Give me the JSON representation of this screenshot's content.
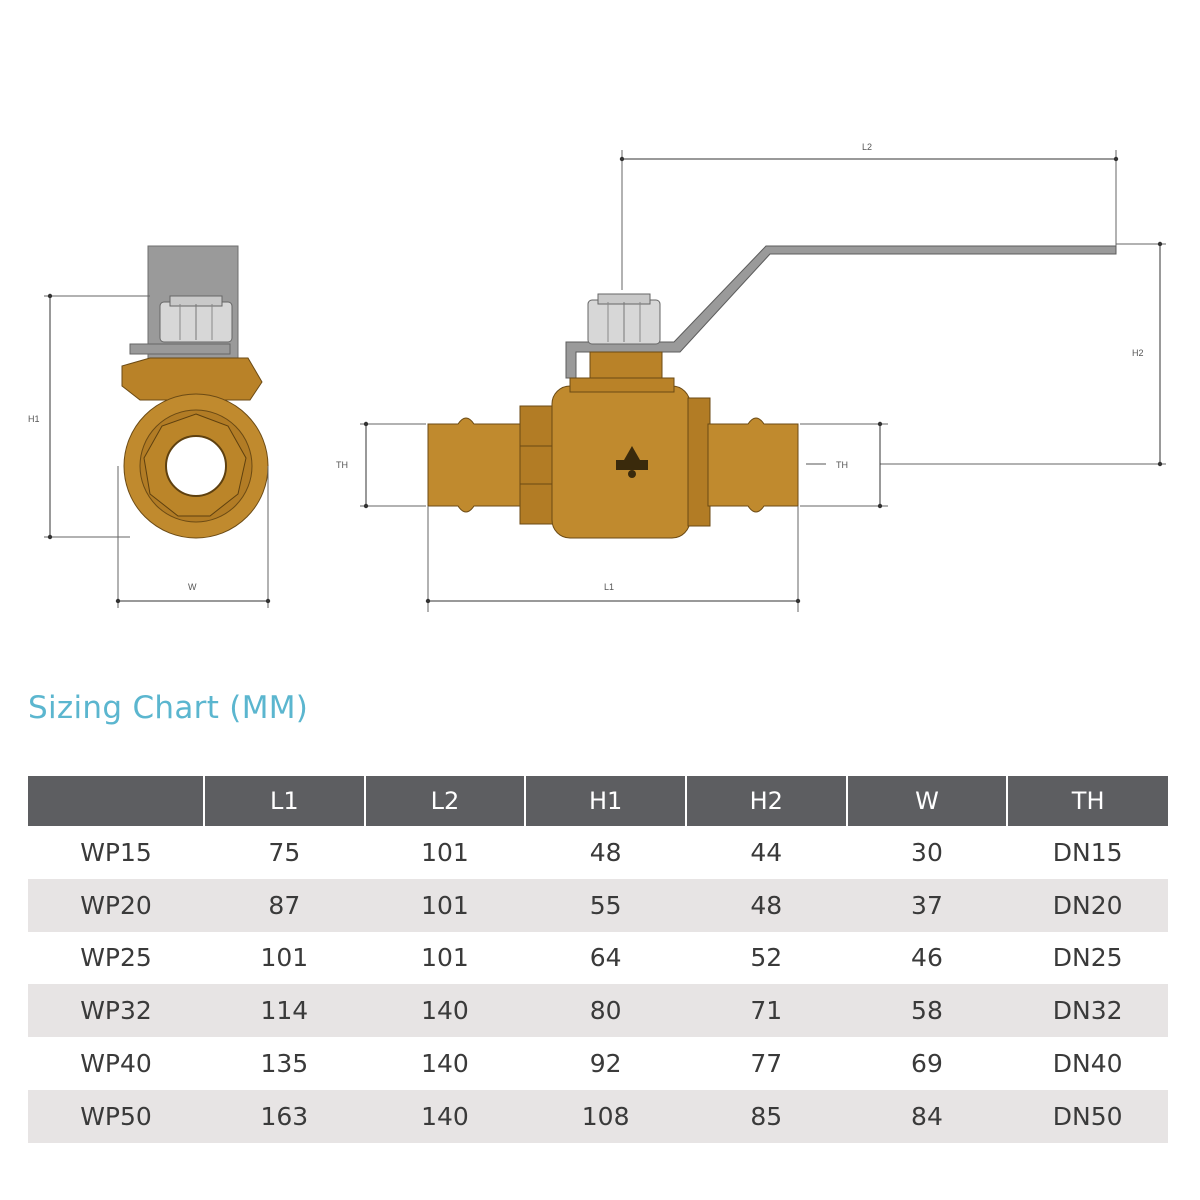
{
  "labels": {
    "l2": "L2",
    "h1": "H1",
    "h2": "H2",
    "w": "W",
    "l1": "L1",
    "th_left": "TH",
    "th_right": "TH"
  },
  "chart": {
    "title": "Sizing Chart (MM)",
    "headers": [
      "",
      "L1",
      "L2",
      "H1",
      "H2",
      "W",
      "TH"
    ],
    "rows": [
      [
        "WP15",
        "75",
        "101",
        "48",
        "44",
        "30",
        "DN15"
      ],
      [
        "WP20",
        "87",
        "101",
        "55",
        "48",
        "37",
        "DN20"
      ],
      [
        "WP25",
        "101",
        "101",
        "64",
        "52",
        "46",
        "DN25"
      ],
      [
        "WP32",
        "114",
        "140",
        "80",
        "71",
        "58",
        "DN32"
      ],
      [
        "WP40",
        "135",
        "140",
        "92",
        "77",
        "69",
        "DN40"
      ],
      [
        "WP50",
        "163",
        "140",
        "108",
        "85",
        "84",
        "DN50"
      ]
    ]
  },
  "colors": {
    "title": "#5bb6cf",
    "header_bg": "#5d5e61",
    "row_alt_bg": "#e7e4e4",
    "brass": "#c08a2e",
    "handle": "#9a9a9a"
  }
}
